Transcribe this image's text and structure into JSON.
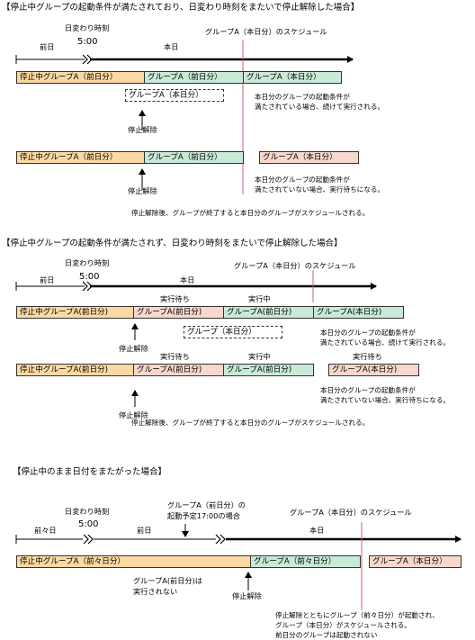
{
  "section1": {
    "heading": "【停止中グループの起動条件が満たされており、日変わり時刻をまたいで停止解除した場合】",
    "daychange_label": "日変わり時刻",
    "time": "5:00",
    "prev_day": "前日",
    "today": "本日",
    "schedule_label": "グループA（本日分）のスケジュール",
    "row1": [
      "停止中グループA（前日分）",
      "グループA（前日分）",
      "グループA（本日分）"
    ],
    "dashed_box": "グループA（本日分）",
    "release1": "停止解除",
    "note1": [
      "本日分のグループの起動条件が",
      "満たされている場合、続けて実行される。"
    ],
    "row2": [
      "停止中グループA（前日分）",
      "グループA（前日分）",
      "グループA（本日分）"
    ],
    "release2": "停止解除",
    "note2": [
      "本日分のグループの起動条件が",
      "満たされていない場合、実行待ちになる。"
    ],
    "footer": "停止解除後、グループが終了すると本日分のグループがスケジュールされる。"
  },
  "section2": {
    "heading": "【停止中グループの起動条件が満たされず、日変わり時刻をまたいで停止解除した場合】",
    "daychange_label": "日変わり時刻",
    "time": "5:00",
    "prev_day": "前日",
    "today": "本日",
    "schedule_label": "グループA（本日分）のスケジュール",
    "wait_label": "実行待ち",
    "running_label": "実行中",
    "row1": [
      "停止中グループA(前日分)",
      "グループA(前日分)",
      "グループA(前日分)",
      "グループA(本日分)"
    ],
    "dashed_box": "グループ（本日分）",
    "release1": "停止解除",
    "note1": [
      "本日分のグループの起動条件が",
      "満たされている場合、続けて実行される。"
    ],
    "wait_label2": "実行待ち",
    "running_label2": "実行中",
    "wait_label3": "実行待ち",
    "row2": [
      "停止中グループA(前日分)",
      "グループA(前日分)",
      "グループA(前日分)",
      "グループA(本日分)"
    ],
    "release2": "停止解除",
    "note2": [
      "本日分のグループの起動条件が",
      "満たされていない場合、実行待ちになる。"
    ],
    "footer": "停止解除後、グループが終了すると本日分のグループがスケジュールされる。"
  },
  "section3": {
    "heading": "【停止中のまま日付をまたがった場合】",
    "daychange_label": "日変わり時刻",
    "time": "5:00",
    "prev_prev_day": "前々日",
    "prev_day": "前日",
    "today": "本日",
    "planned_label": [
      "グループA（前日分）の",
      "起動予定17:00の場合"
    ],
    "schedule_label": "グループA（本日分）のスケジュール",
    "row": [
      "停止中グループA（前々日分）",
      "グループA（前々日分）",
      "グループA（本日分）"
    ],
    "not_run": [
      "グループA(前日分)は",
      "実行されない"
    ],
    "release": "停止解除",
    "note": [
      "停止解除とともにグループ（前々日分）が起動され、",
      "グループ（本日分）がスケジュールされる。",
      "前日分のグループは起動されない"
    ]
  }
}
